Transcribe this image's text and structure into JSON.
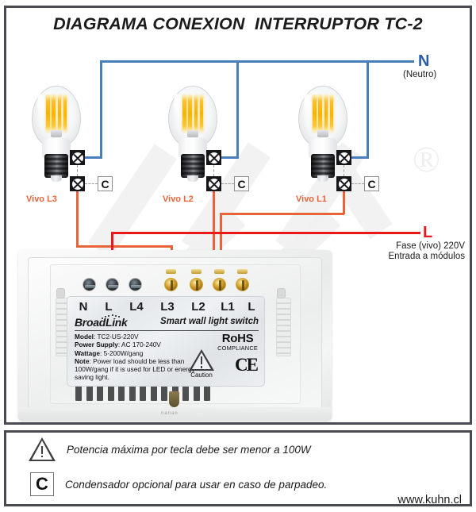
{
  "title": "DIAGRAMA CONEXION  INTERRUPTOR TC-2",
  "neutral": {
    "letter": "N",
    "sublabel": "(Neutro)",
    "color": "#2a5fa5",
    "wire_color": "#4a7ebb"
  },
  "live": {
    "letter": "L",
    "sublabel_line1": "Fase (vivo) 220V",
    "sublabel_line2": "Entrada a módulos",
    "color": "#e8191b",
    "wire_color": "#e8191b"
  },
  "vivo_wire_color": "#e8633a",
  "bulbs": [
    {
      "label": "Vivo L3",
      "terminal_icon": "cross-terminal-icon",
      "capacitor": "C"
    },
    {
      "label": "Vivo L2",
      "terminal_icon": "cross-terminal-icon",
      "capacitor": "C"
    },
    {
      "label": "Vivo L1",
      "terminal_icon": "cross-terminal-icon",
      "capacitor": "C"
    }
  ],
  "module": {
    "pins": [
      "N",
      "L",
      "L4",
      "L3",
      "L2",
      "L1",
      "L"
    ],
    "brand": "BroadLink",
    "tagline": "Smart wall light switch",
    "spec": {
      "model_key": "Model",
      "model_value": "TC2-US-220V",
      "supply_key": "Power Supply",
      "supply_value": "AC 170-240V",
      "wattage_key": "Wattage",
      "wattage_value": "5-200W/gang",
      "note_key": "Note",
      "note_value": "Power load should be less than 100W/gang if it is used for LED or energy saving light."
    },
    "rohs_line1": "RoHS",
    "rohs_line2": "COMPLIANCE",
    "caution": "Caution",
    "ce": "CE",
    "foot_mark": "nanan"
  },
  "legend": [
    {
      "icon": "warning-triangle-icon",
      "text": "Potencia máxima por tecla debe ser menor a 100W"
    },
    {
      "icon": "capacitor-c-icon",
      "symbol": "C",
      "text": "Condensador opcional para usar en caso de parpadeo."
    }
  ],
  "website": "www.kuhn.cl",
  "watermark": {
    "registered": "®"
  }
}
